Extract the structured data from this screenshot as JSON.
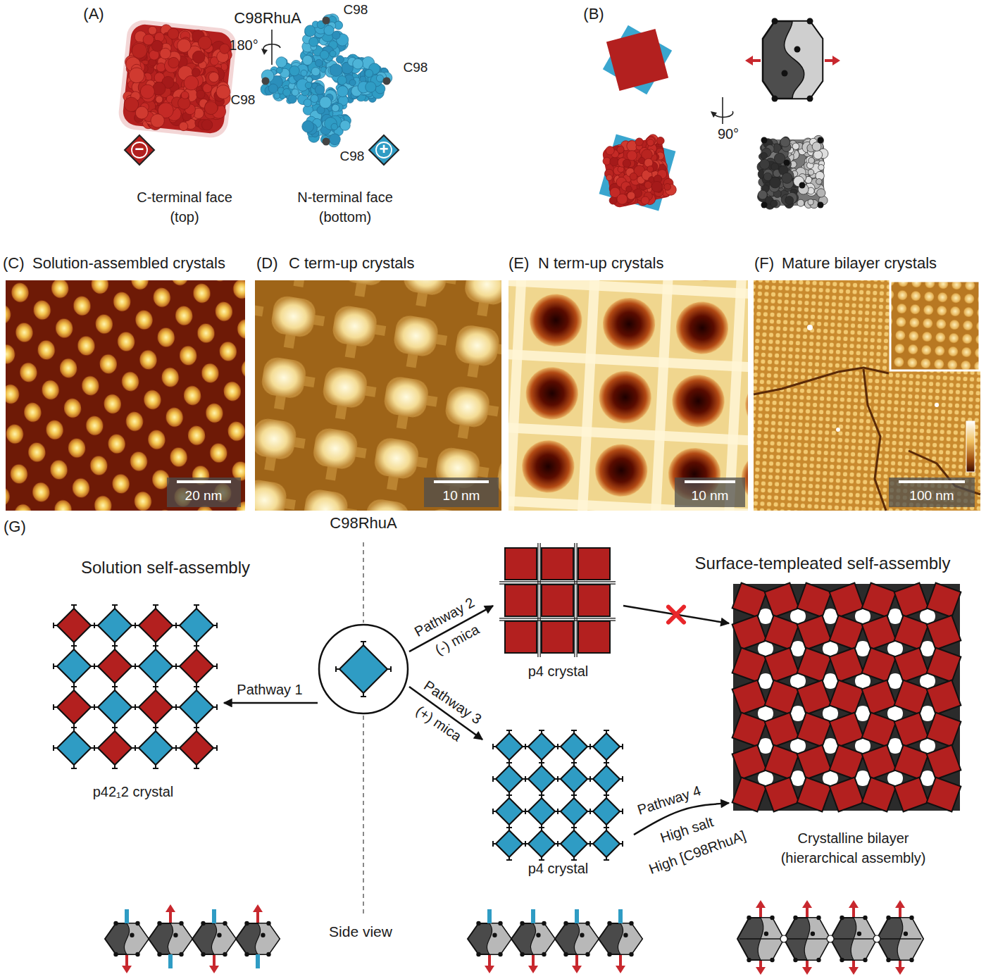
{
  "diagram": {
    "nodes": [
      {
        "text": [
          "−"
        ]
      },
      {
        "text": [
          "+"
        ]
      },
      {
        "text": [
          "C98RhuA"
        ]
      },
      {
        "text": [
          "p42₁2 crystal"
        ]
      },
      {
        "text": [
          "p4 crystal"
        ]
      },
      {
        "text": [
          "p4 crystal"
        ]
      },
      {
        "text": [
          "Crystalline bilayer (hierarchical assembly)"
        ]
      }
    ],
    "edges": [
      {
        "from": 2,
        "to": 3,
        "arrow": "to",
        "label": "Pathway 1"
      },
      {
        "from": 2,
        "to": 4,
        "arrow": "to",
        "label": "Pathway 2"
      },
      {
        "from": 2,
        "to": 5,
        "arrow": "to",
        "label": "Pathway 3"
      },
      {
        "from": 4,
        "to": 6,
        "arrow": "to"
      },
      {
        "from": 5,
        "to": 6,
        "arrow": "to",
        "label": "Pathway 4"
      }
    ],
    "labels": [
      "(A)",
      "C98RhuA",
      "180°",
      "C98",
      "C98",
      "C98",
      "C98",
      "C-terminal face (top)",
      "N-terminal face (bottom)",
      "(B)",
      "90°",
      "(C)",
      "Solution-assembled crystals",
      "20 nm",
      "(D)",
      "C term-up crystals",
      "10 nm",
      "(E)",
      "N term-up crystals",
      "10 nm",
      "(F)",
      "Mature bilayer crystals",
      "100 nm",
      "(G)",
      "Solution self-assembly",
      "(-) mica",
      "(+) mica",
      "High salt",
      "High [C98RhuA]",
      "Surface-templeated self-assembly",
      "Side view"
    ]
  }
}
